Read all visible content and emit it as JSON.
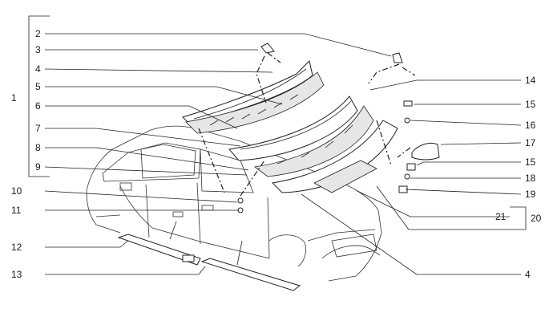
{
  "callouts": [
    {
      "id": "1",
      "text": "1"
    },
    {
      "id": "2",
      "text": "2"
    },
    {
      "id": "3",
      "text": "3"
    },
    {
      "id": "4",
      "text": "4"
    },
    {
      "id": "5",
      "text": "5"
    },
    {
      "id": "6",
      "text": "6"
    },
    {
      "id": "7",
      "text": "7"
    },
    {
      "id": "8",
      "text": "8"
    },
    {
      "id": "9",
      "text": "9"
    },
    {
      "id": "10",
      "text": "10"
    },
    {
      "id": "11",
      "text": "11"
    },
    {
      "id": "12",
      "text": "12"
    },
    {
      "id": "13",
      "text": "13"
    },
    {
      "id": "14",
      "text": "14"
    },
    {
      "id": "15a",
      "text": "15"
    },
    {
      "id": "16",
      "text": "16"
    },
    {
      "id": "17",
      "text": "17"
    },
    {
      "id": "15b",
      "text": "15"
    },
    {
      "id": "18",
      "text": "18"
    },
    {
      "id": "19",
      "text": "19"
    },
    {
      "id": "20",
      "text": "20"
    },
    {
      "id": "21",
      "text": "21"
    },
    {
      "id": "4b",
      "text": "4"
    }
  ]
}
